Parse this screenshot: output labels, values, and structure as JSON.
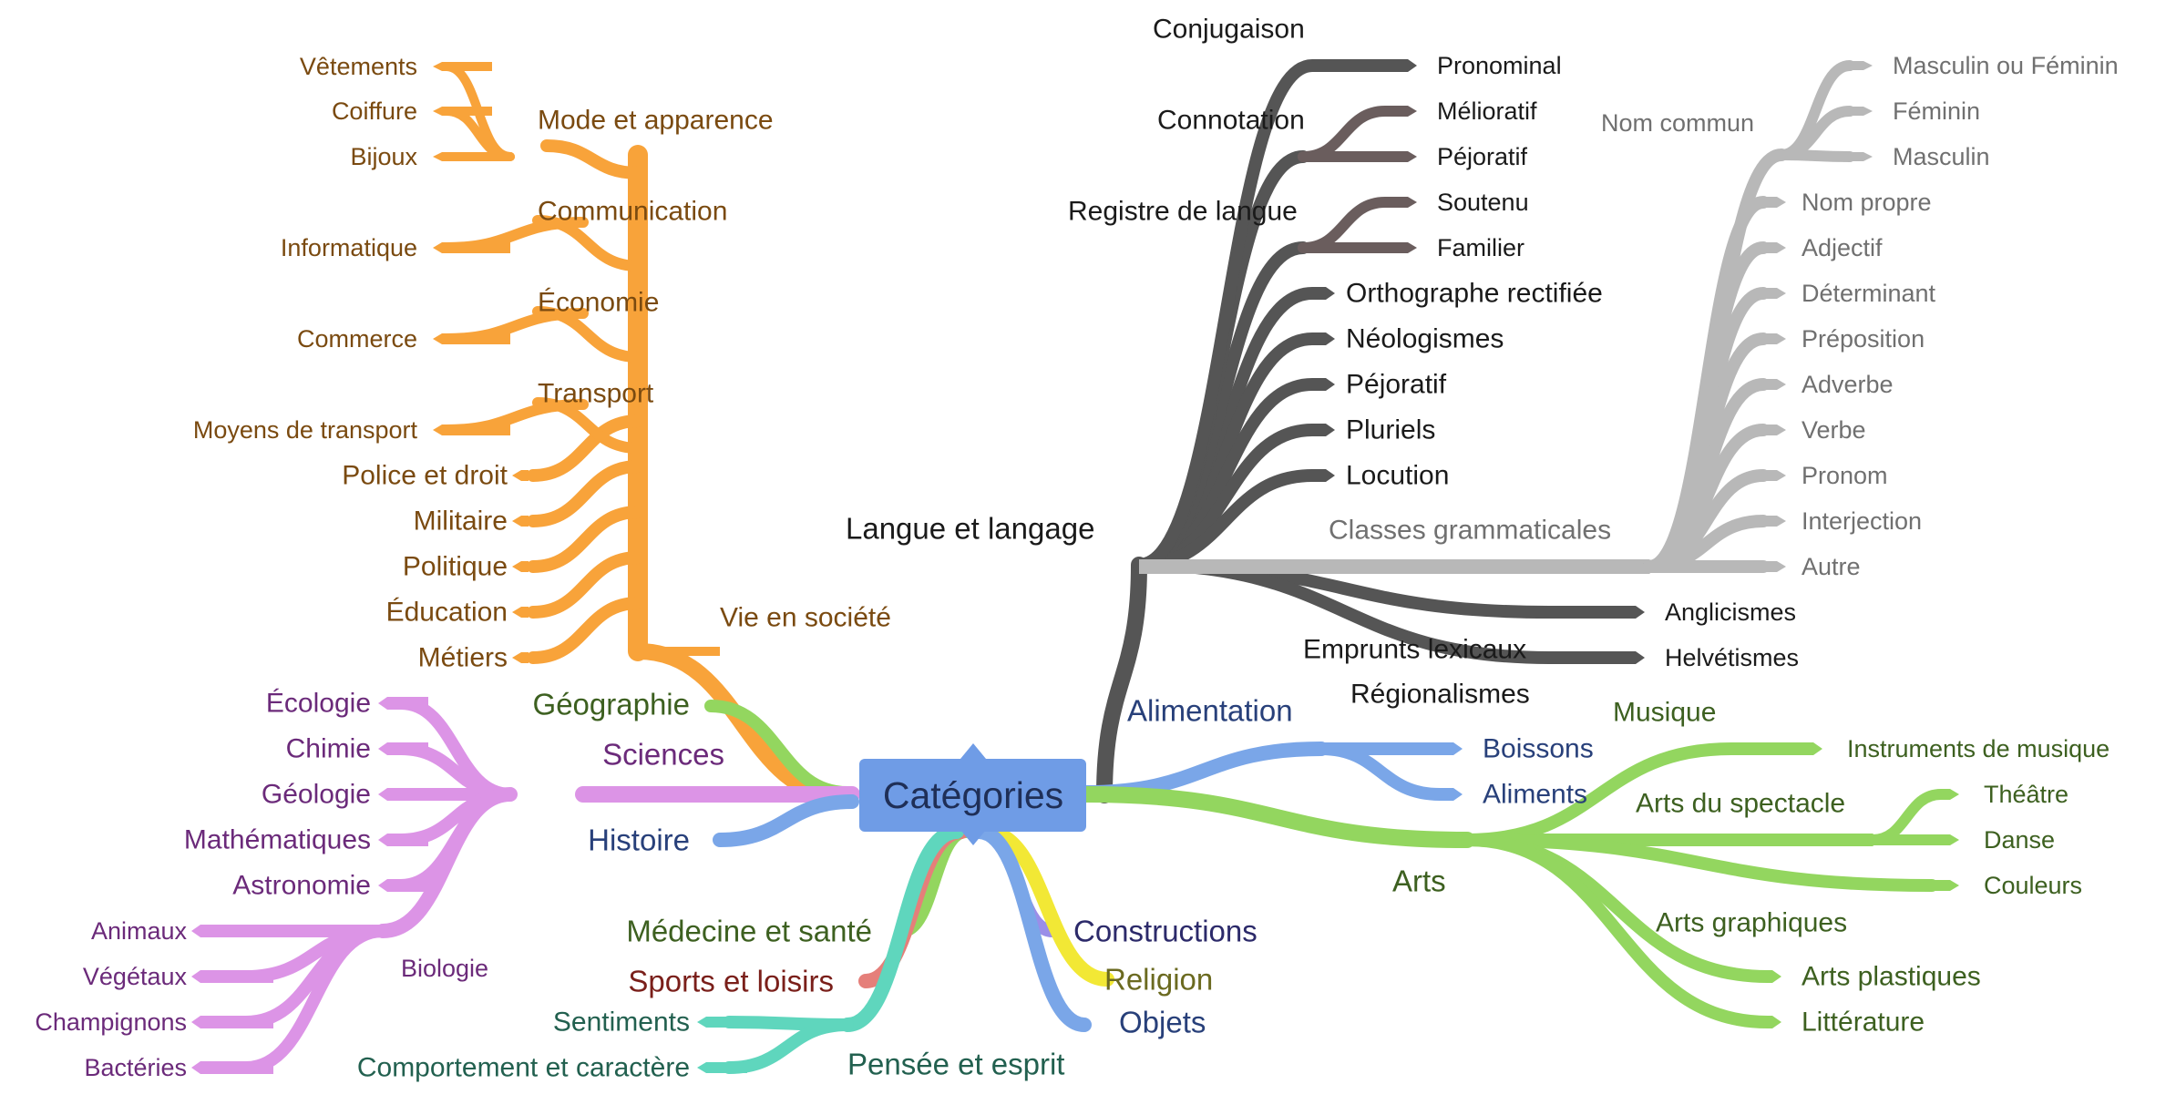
{
  "center": "Catégories",
  "colors": {
    "orange": "#f8a33a",
    "orange_text": "#7a4a10",
    "green": "#93d65f",
    "green_text": "#3d6020",
    "purple": "#dc94e6",
    "purple_text": "#6b2a7a",
    "blue": "#7aa6e8",
    "blue_text": "#28407a",
    "dark": "#555555",
    "dark_text": "#1a1a1a",
    "gray": "#b8b8b8",
    "gray_text": "#707070",
    "violet": "#9a8ee8",
    "violet_text": "#2c2a6a",
    "red": "#e57f7a",
    "red_text": "#7a1f1a",
    "yellow": "#f2e835",
    "yellow_text": "#6b6a20",
    "teal": "#5fd6bd",
    "teal_text": "#22604f",
    "center_fill": "#6f9ce6"
  },
  "branches": {
    "vie_en_societe": {
      "label": "Vie en société",
      "mode_et_apparence": {
        "label": "Mode et apparence",
        "children": [
          "Vêtements",
          "Coiffure",
          "Bijoux"
        ]
      },
      "communication": {
        "label": "Communication",
        "children": [
          "Informatique"
        ]
      },
      "economie": {
        "label": "Économie",
        "children": [
          "Commerce"
        ]
      },
      "transport": {
        "label": "Transport",
        "children": [
          "Moyens de transport"
        ]
      },
      "direct": [
        "Métiers",
        "Éducation",
        "Politique",
        "Militaire",
        "Police et droit"
      ]
    },
    "geographie": {
      "label": "Géographie"
    },
    "sciences": {
      "label": "Sciences",
      "direct": [
        "Écologie",
        "Chimie",
        "Géologie",
        "Mathématiques",
        "Astronomie"
      ],
      "biologie": {
        "label": "Biologie",
        "children": [
          "Animaux",
          "Végétaux",
          "Champignons",
          "Bactéries"
        ]
      }
    },
    "histoire": {
      "label": "Histoire"
    },
    "medecine": {
      "label": "Médecine et santé"
    },
    "sports": {
      "label": "Sports et loisirs"
    },
    "pensee": {
      "label": "Pensée et esprit",
      "children": [
        "Sentiments",
        "Comportement et caractère"
      ]
    },
    "constructions": {
      "label": "Constructions"
    },
    "religion": {
      "label": "Religion"
    },
    "objets": {
      "label": "Objets"
    },
    "langue": {
      "label": "Langue et langage",
      "conjugaison": {
        "label": "Conjugaison",
        "children": [
          "Pronominal"
        ]
      },
      "connotation": {
        "label": "Connotation",
        "children": [
          "Mélioratif",
          "Péjoratif"
        ]
      },
      "registre": {
        "label": "Registre de langue",
        "children": [
          "Soutenu",
          "Familier"
        ]
      },
      "direct": [
        "Orthographe rectifiée",
        "Néologismes",
        "Péjoratif",
        "Pluriels",
        "Locution"
      ],
      "classes": {
        "label": "Classes grammaticales",
        "nom_commun": {
          "label": "Nom commun",
          "children": [
            "Masculin ou Féminin",
            "Féminin",
            "Masculin"
          ]
        },
        "direct": [
          "Nom propre",
          "Adjectif",
          "Déterminant",
          "Préposition",
          "Adverbe",
          "Verbe",
          "Pronom",
          "Interjection",
          "Autre"
        ]
      },
      "emprunts": {
        "label": "Emprunts lexicaux",
        "children": [
          "Anglicismes",
          "Helvétismes"
        ]
      },
      "regionalismes": {
        "label": "Régionalismes"
      }
    },
    "alimentation": {
      "label": "Alimentation",
      "children": [
        "Boissons",
        "Aliments"
      ]
    },
    "arts": {
      "label": "Arts",
      "musique": {
        "label": "Musique",
        "children": [
          "Instruments de musique"
        ]
      },
      "spectacle": {
        "label": "Arts du spectacle",
        "children": [
          "Théâtre",
          "Danse"
        ]
      },
      "couleurs": "Couleurs",
      "graphiques": {
        "label": "Arts graphiques",
        "children": [
          "Arts plastiques",
          "Littérature"
        ]
      }
    }
  }
}
